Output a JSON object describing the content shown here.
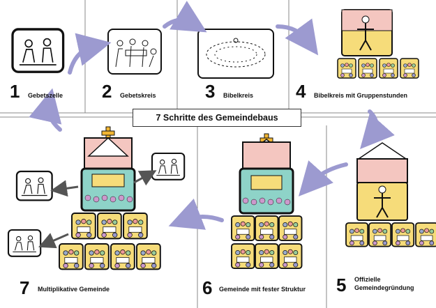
{
  "title": "7 Schritte des Gemeindebaus",
  "steps": [
    {
      "number": "1",
      "label": "Gebetszelle"
    },
    {
      "number": "2",
      "label": "Gebetskreis"
    },
    {
      "number": "3",
      "label": "Bibelkreis"
    },
    {
      "number": "4",
      "label": "Bibelkreis mit Gruppenstunden"
    },
    {
      "number": "5",
      "label_line1": "Offizielle",
      "label_line2": "Gemeindegründung"
    },
    {
      "number": "6",
      "label": "Gemeinde mit fester Struktur"
    },
    {
      "number": "7",
      "label": "Multiplikative Gemeinde"
    }
  ],
  "colors": {
    "arrow": "#9c9ad0",
    "church_pink": "#f4c6c0",
    "group_yellow": "#f6dc7a",
    "congregation_teal": "#8ed3c8",
    "cross_gold": "#f2b632",
    "grid_line": "#888888"
  }
}
